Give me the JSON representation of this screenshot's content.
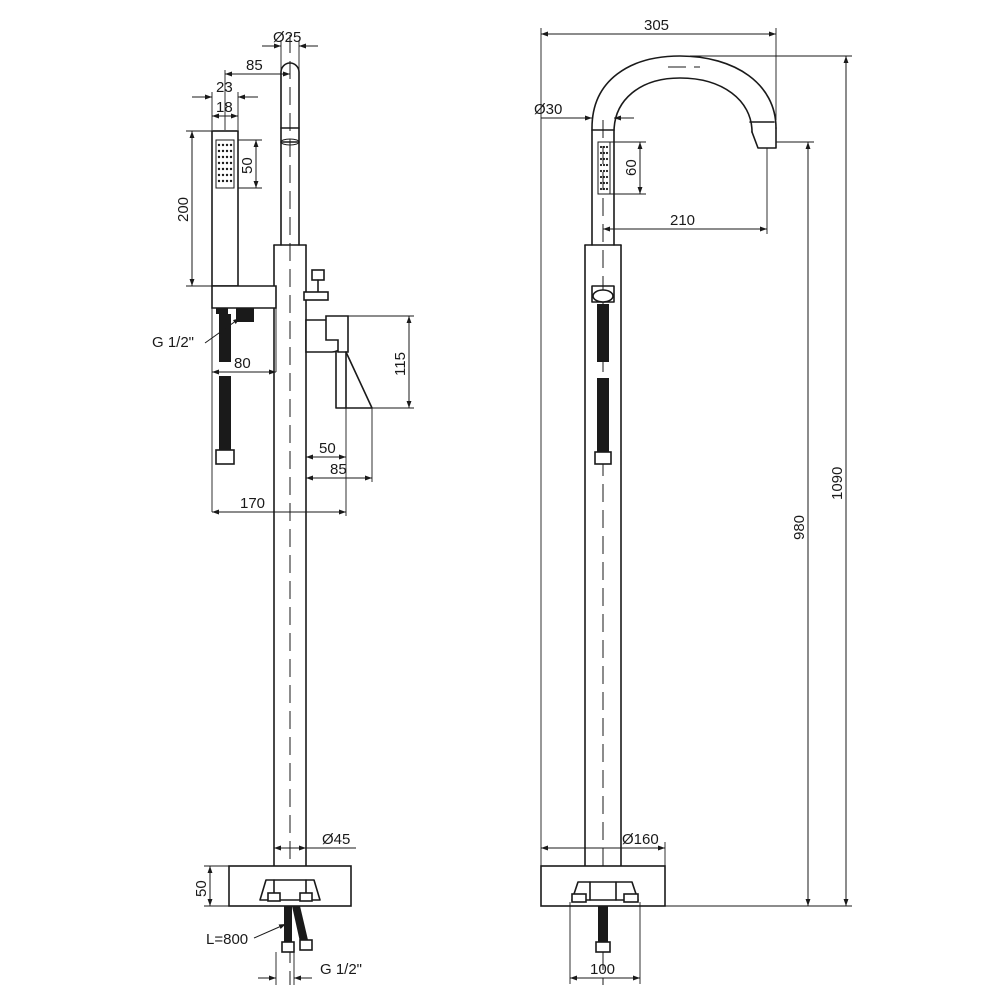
{
  "drawing": {
    "side_view": {
      "dim_diameter_spout_tube": "Ø25",
      "dim_spout_offset": "85",
      "dim_handshower_outer": "23",
      "dim_handshower_inner": "18",
      "dim_spray_face": "50",
      "dim_handshower_length": "200",
      "thread_label": "G 1/2\"",
      "dim_holder_depth": "80",
      "dim_lever_height": "115",
      "dim_lever_inner": "50",
      "dim_lever_outer": "85",
      "dim_overall_depth": "170",
      "dim_column_diameter": "Ø45",
      "dim_base_height": "50",
      "hose_length": "L=800",
      "supply_thread": "G 1/2\""
    },
    "front_view": {
      "dim_spout_reach": "305",
      "dim_diameter_spout": "Ø30",
      "dim_spray_face": "60",
      "dim_shower_to_spout": "210",
      "dim_total_height": "1090",
      "dim_spout_height": "980",
      "dim_base_diameter": "Ø160",
      "dim_fixing_width": "100"
    }
  }
}
